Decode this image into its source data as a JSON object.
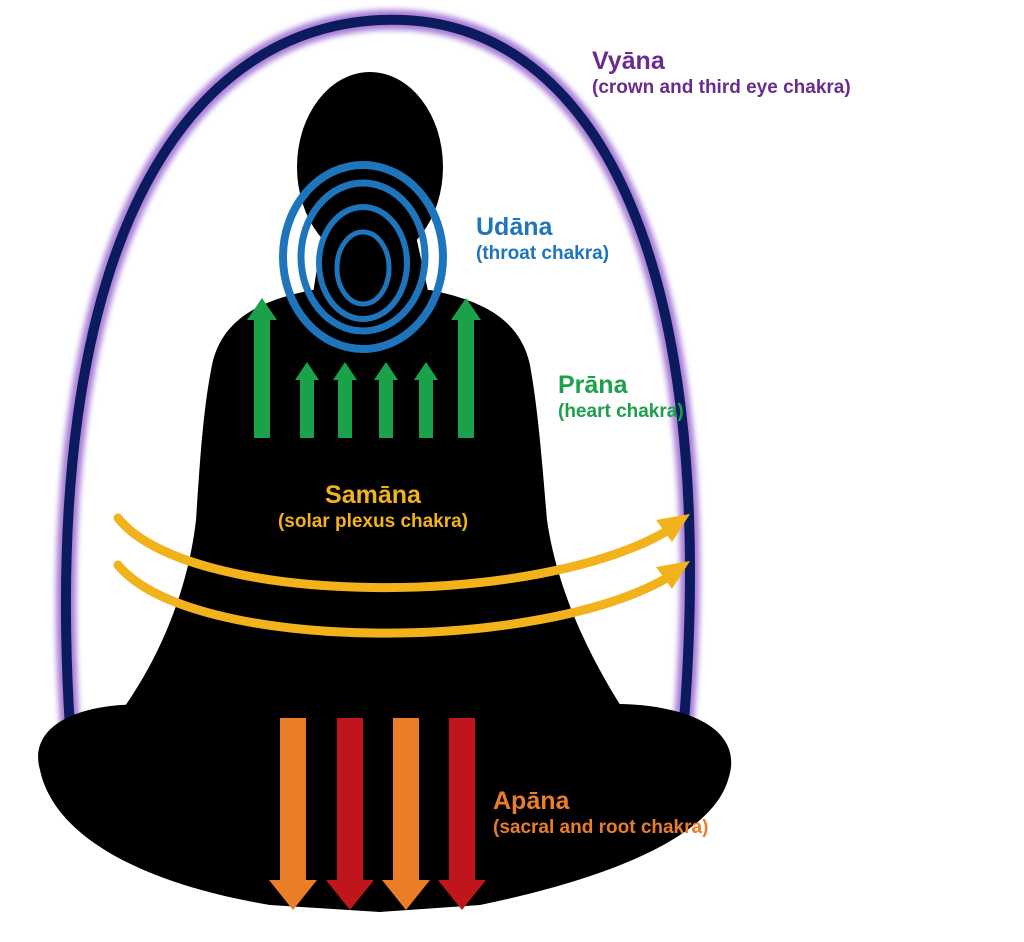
{
  "colors": {
    "background": "#ffffff",
    "silhouette": "#000000",
    "vyana": "#6a2b8e",
    "vyana_arc": "#0c1a5e",
    "vyana_glow": "#a77bd6",
    "udana": "#1f75bc",
    "prana": "#1aa14a",
    "samana": "#f2b21c",
    "apana_orange": "#ea7d28",
    "apana_red": "#c0161b"
  },
  "labels": {
    "vyana": {
      "name": "Vyāna",
      "sub": "(crown and third eye chakra)"
    },
    "udana": {
      "name": "Udāna",
      "sub": "(throat chakra)"
    },
    "prana": {
      "name": "Prāna",
      "sub": "(heart chakra)"
    },
    "samana": {
      "name": "Samāna",
      "sub": "(solar plexus chakra)"
    },
    "apana": {
      "name": "Apāna",
      "sub": "(sacral and root chakra)"
    }
  },
  "icons": {
    "figure": "meditating-figure-silhouette",
    "vyana": "aura-arc",
    "udana": "concentric-rings",
    "prana": "up-arrows",
    "samana": "curved-side-arrows",
    "apana": "down-arrows"
  }
}
